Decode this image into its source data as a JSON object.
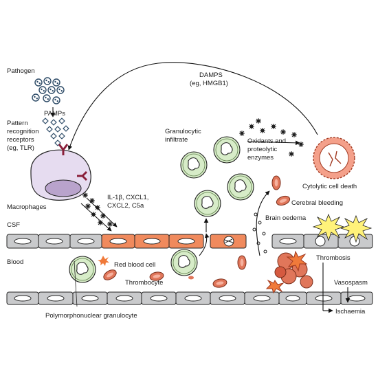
{
  "labels": {
    "pathogen": "Pathogen",
    "pamps": "PAMPs",
    "prr_line1": "Pattern",
    "prr_line2": "recognition",
    "prr_line3": "receptors",
    "prr_line4": "(eg, TLR)",
    "macrophages": "Macrophages",
    "cyto_line1": "IL-1β, CXCL1,",
    "cyto_line2": "CXCL2, C5a",
    "damps_line1": "DAMPS",
    "damps_line2": "(eg, HMGB1)",
    "gran_line1": "Granulocytic",
    "gran_line2": "infiltrate",
    "oxid_line1": "Oxidants and",
    "oxid_line2": "proteolytic",
    "oxid_line3": "enzymes",
    "cytolytic": "Cytolytic cell death",
    "bleeding": "Cerebral bleeding",
    "oedema": "Brain oedema",
    "csf": "CSF",
    "blood": "Blood",
    "rbc": "Red blood cell",
    "thrombocyte": "Thrombocyte",
    "pmn": "Polymorphonuclear granulocyte",
    "thrombosis": "Thrombosis",
    "vasospasm": "Vasospasm",
    "ischaemia": "Ischaemia"
  },
  "colors": {
    "cell_grey": "#c9cacc",
    "endothelium_inflamed": "#f08a5d",
    "granulocyte": "#d7ecc8",
    "macrophage": "#e6dcf0",
    "rbc": "#e0765a",
    "burst": "#fff27a",
    "dead_cell": "#f4a08a"
  },
  "icons": [
    "pathogen-cluster",
    "pamp-diamonds",
    "tlr-receptor",
    "damp-particle",
    "starburst-thrombosis"
  ]
}
